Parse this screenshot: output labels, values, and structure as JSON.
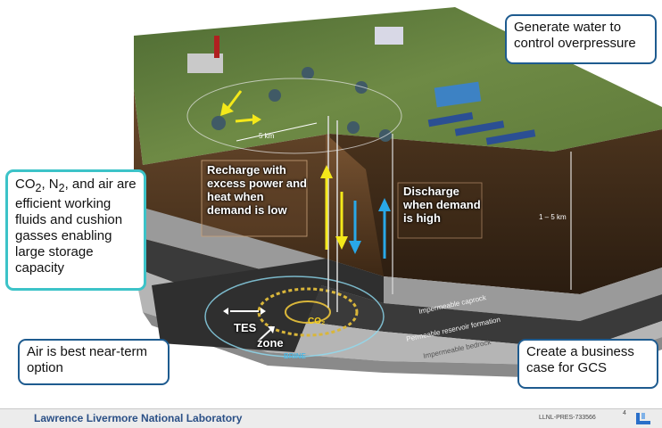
{
  "callouts": {
    "generate_water": "Generate water to control overpressure",
    "gases_part1": "CO",
    "gases_sub1": "2",
    "gases_part2": ", N",
    "gases_sub2": "2",
    "gases_part3": ", and air are efficient working fluids and cushion gasses enabling large storage capacity",
    "air_best": "Air is best near-term option",
    "business_case": "Create a business case for GCS"
  },
  "diagram": {
    "recharge": "Recharge with excess power and heat when demand is low",
    "discharge": "Discharge when demand is high",
    "tes": "TES",
    "zone": "zone",
    "co2_label": "CO₂",
    "brine_label": "BRINE",
    "distance_label": "5 km",
    "depth_label": "1 – 5 km",
    "layers": [
      "Impermeable caprock",
      "Permeable reservoir formation",
      "Impermeable bedrock"
    ]
  },
  "footer": {
    "organization": "Lawrence Livermore National Laboratory",
    "doc_code": "LLNL-PRES-733566",
    "page": "4"
  },
  "colors": {
    "callout_border": "#1e5b8f",
    "highlight_border": "#3cc3c8",
    "recharge_arrow": "#f4e81a",
    "discharge_arrow": "#29a8e8",
    "footer_text": "#2a4f86"
  }
}
